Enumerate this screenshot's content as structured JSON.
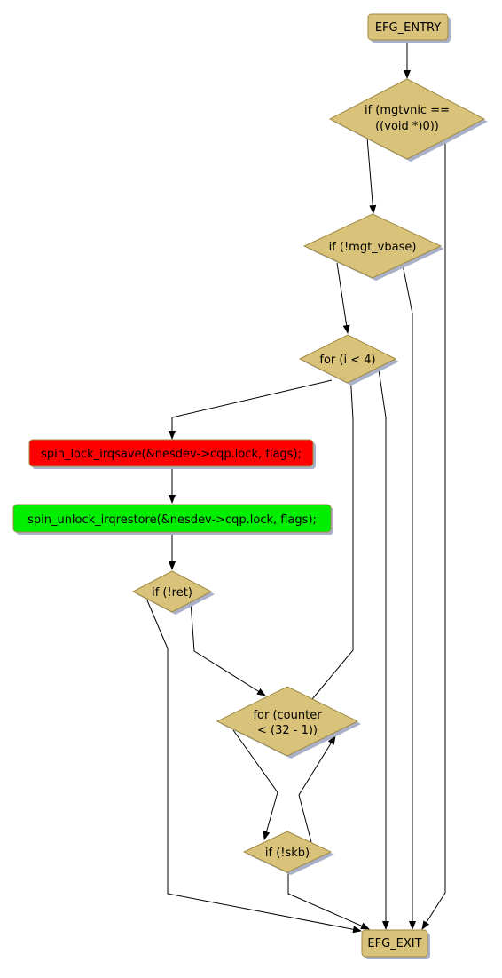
{
  "diagram": {
    "type": "control-flow-graph",
    "colors": {
      "node_fill": "#d9c27a",
      "node_stroke": "#a08a44",
      "shadow": "#a9b1c9",
      "lock_fill": "#ff0000",
      "unlock_fill": "#00ee00",
      "edge": "#000000"
    },
    "nodes": {
      "entry": "EFG_ENTRY",
      "cond_mgtvnic_l1": "if (mgtvnic ==",
      "cond_mgtvnic_l2": "((void *)0))",
      "cond_mgt_vbase": "if (!mgt_vbase)",
      "loop_i": "for (i < 4)",
      "lock_call": "spin_lock_irqsave(&nesdev->cqp.lock, flags);",
      "unlock_call": "spin_unlock_irqrestore(&nesdev->cqp.lock, flags);",
      "cond_ret": "if (!ret)",
      "loop_counter_l1": "for (counter",
      "loop_counter_l2": "< (32 - 1))",
      "cond_skb": "if (!skb)",
      "exit": "EFG_EXIT"
    }
  }
}
